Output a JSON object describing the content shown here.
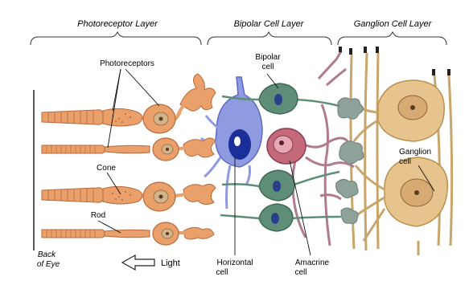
{
  "layers": [
    {
      "id": "photoreceptor",
      "label": "Photoreceptor Layer"
    },
    {
      "id": "bipolar",
      "label": "Bipolar Cell Layer"
    },
    {
      "id": "ganglion",
      "label": "Ganglion Cell Layer"
    }
  ],
  "labels": {
    "photoreceptors": "Photoreceptors",
    "bipolar_line1": "Bipolar",
    "bipolar_line2": "cell",
    "cone": "Cone",
    "rod": "Rod",
    "ganglion_line1": "Ganglion",
    "ganglion_line2": "cell",
    "back_line1": "Back",
    "back_line2": "of Eye",
    "light": "Light",
    "horizontal_line1": "Horizontal",
    "horizontal_line2": "cell",
    "amacrine_line1": "Amacrine",
    "amacrine_line2": "cell"
  },
  "colors": {
    "photoreceptor_fill": "#e9a06b",
    "photoreceptor_stroke": "#b8683a",
    "horizontal_fill": "#8f9be0",
    "horizontal_nucleus": "#1a2f9a",
    "bipolar_fill": "#5f8e78",
    "amacrine_fill": "#c46a7a",
    "amacrine_inner": "#e7a7b4",
    "ganglion_fill": "#e7c48d",
    "ganglion_stroke": "#b9914f",
    "axon": "#c8a56a",
    "dendrite": "#b07a8f"
  }
}
